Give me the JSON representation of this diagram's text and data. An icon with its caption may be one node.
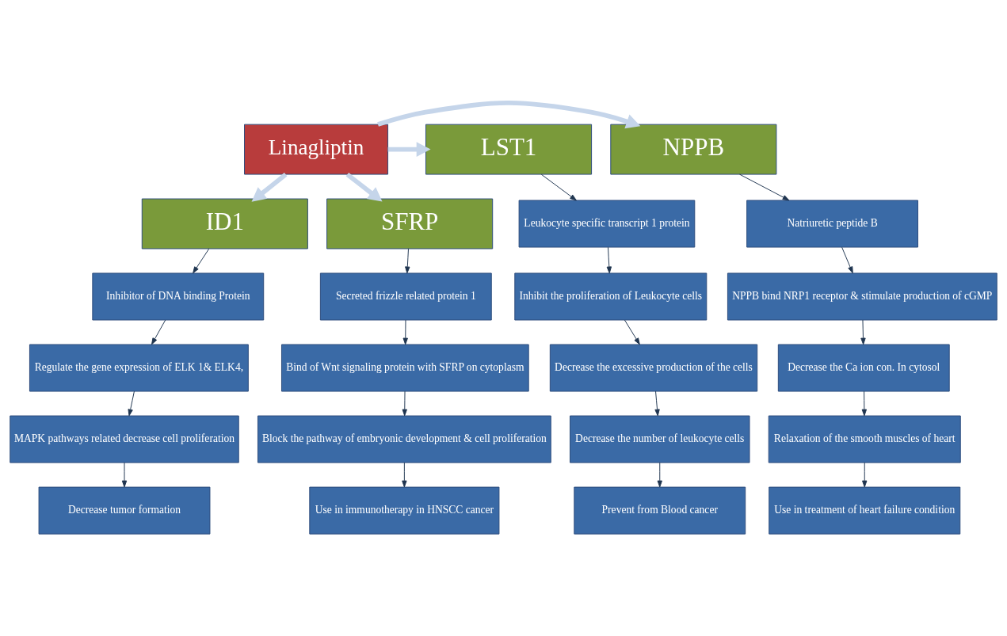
{
  "diagram": {
    "nodes": [
      {
        "text": [
          "Linagliptin"
        ]
      },
      {
        "text": [
          "LST1"
        ]
      },
      {
        "text": [
          "ID1"
        ]
      },
      {
        "text": [
          "SFRP"
        ]
      },
      {
        "text": [
          "NPPB"
        ]
      },
      {
        "text": [
          "Leukocyte specific transcript 1 protein"
        ]
      },
      {
        "text": [
          "Inhibit the proliferation of Leukocyte cells"
        ]
      },
      {
        "text": [
          "Decrease the excessive production of the cells"
        ]
      },
      {
        "text": [
          "Decrease the number of leukocyte cells"
        ]
      },
      {
        "text": [
          "Prevent from Blood cancer"
        ]
      },
      {
        "text": [
          "Inhibitor of DNA binding Protein"
        ]
      },
      {
        "text": [
          "Regulate the gene expression of ELK 1& ELK4,"
        ]
      },
      {
        "text": [
          "MAPK pathways related decrease cell proliferation"
        ]
      },
      {
        "text": [
          "Decrease tumor formation"
        ]
      },
      {
        "text": [
          "Secreted frizzle related protein 1"
        ]
      },
      {
        "text": [
          "Bind of Wnt signaling protein with SFRP on cytoplasm"
        ]
      },
      {
        "text": [
          "Block the pathway of embryonic development & cell proliferation"
        ]
      },
      {
        "text": [
          "Use in immunotherapy in HNSCC cancer"
        ]
      },
      {
        "text": [
          "Natriuretic peptide B"
        ]
      },
      {
        "text": [
          "NPPB bind NRP1 receptor & stimulate production of cGMP"
        ]
      },
      {
        "text": [
          "Decrease the Ca ion con. In cytosol"
        ]
      },
      {
        "text": [
          "Relaxation of the smooth muscles of heart"
        ]
      },
      {
        "text": [
          "Use in treatment of heart failure condition"
        ]
      }
    ],
    "edges": [
      {
        "from": 0,
        "to": 1,
        "arrow": "to",
        "style": "thick",
        "color": "#c5d5ea"
      },
      {
        "from": 0,
        "to": 2,
        "arrow": "to",
        "style": "thick",
        "color": "#c5d5ea"
      },
      {
        "from": 0,
        "to": 3,
        "arrow": "to",
        "style": "thick",
        "color": "#c5d5ea"
      },
      {
        "from": 0,
        "to": 4,
        "arrow": "to",
        "style": "thick",
        "color": "#c5d5ea"
      },
      {
        "from": 1,
        "to": 5,
        "arrow": "to"
      },
      {
        "from": 5,
        "to": 6,
        "arrow": "to"
      },
      {
        "from": 6,
        "to": 7,
        "arrow": "to"
      },
      {
        "from": 7,
        "to": 8,
        "arrow": "to"
      },
      {
        "from": 8,
        "to": 9,
        "arrow": "to"
      },
      {
        "from": 2,
        "to": 10,
        "arrow": "to"
      },
      {
        "from": 10,
        "to": 11,
        "arrow": "to"
      },
      {
        "from": 11,
        "to": 12,
        "arrow": "to"
      },
      {
        "from": 12,
        "to": 13,
        "arrow": "to"
      },
      {
        "from": 3,
        "to": 14,
        "arrow": "to"
      },
      {
        "from": 14,
        "to": 15,
        "arrow": "to"
      },
      {
        "from": 15,
        "to": 16,
        "arrow": "to"
      },
      {
        "from": 16,
        "to": 17,
        "arrow": "to"
      },
      {
        "from": 4,
        "to": 18,
        "arrow": "to"
      },
      {
        "from": 18,
        "to": 19,
        "arrow": "to"
      },
      {
        "from": 19,
        "to": 20,
        "arrow": "to"
      },
      {
        "from": 20,
        "to": 21,
        "arrow": "to"
      },
      {
        "from": 21,
        "to": 22,
        "arrow": "to"
      }
    ]
  }
}
